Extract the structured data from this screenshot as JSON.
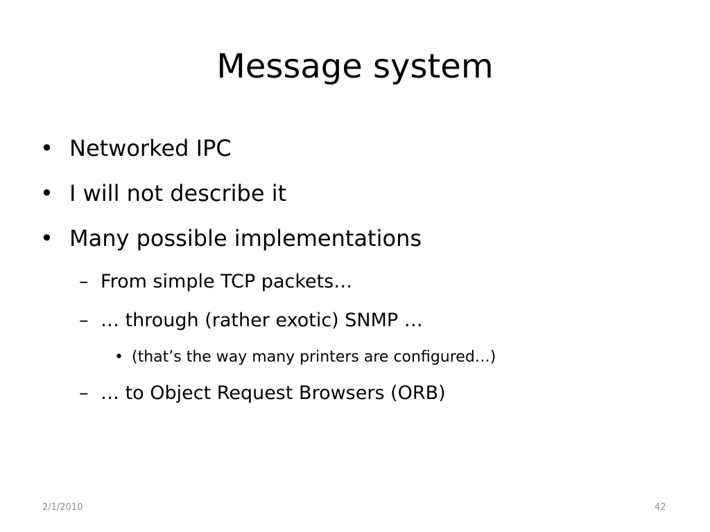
{
  "slide": {
    "title": "Message system",
    "bullets": [
      {
        "level": 1,
        "marker": "•",
        "text": "Networked IPC"
      },
      {
        "level": 1,
        "marker": "•",
        "text": "I will not describe it"
      },
      {
        "level": 1,
        "marker": "•",
        "text": "Many possible implementations"
      },
      {
        "level": 2,
        "marker": "–",
        "text": "From simple TCP packets…"
      },
      {
        "level": 2,
        "marker": "–",
        "text": "… through (rather exotic) SNMP …"
      },
      {
        "level": 3,
        "marker": "•",
        "text": "(that’s the way many printers are configured…)"
      },
      {
        "level": 2,
        "marker": "–",
        "text": "… to Object Request Browsers (ORB)"
      }
    ],
    "footer": {
      "date": "2/1/2010",
      "page_number": "42"
    }
  }
}
